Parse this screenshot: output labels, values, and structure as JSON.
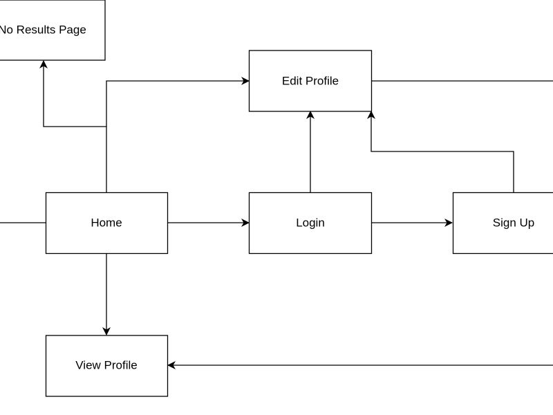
{
  "diagram": {
    "nodes": {
      "no_results": "No Results Page",
      "edit_profile": "Edit Profile",
      "home": "Home",
      "login": "Login",
      "sign_up": "Sign Up",
      "view_profile": "View Profile"
    },
    "edges": [
      {
        "from": "home",
        "to": "no_results"
      },
      {
        "from": "home",
        "to": "edit_profile"
      },
      {
        "from": "home",
        "to": "login"
      },
      {
        "from": "home",
        "to": "view_profile"
      },
      {
        "from": "login",
        "to": "edit_profile"
      },
      {
        "from": "login",
        "to": "sign_up"
      },
      {
        "from": "sign_up",
        "to": "edit_profile"
      }
    ]
  },
  "colors": {
    "stroke": "#000000",
    "background": "#ffffff"
  }
}
